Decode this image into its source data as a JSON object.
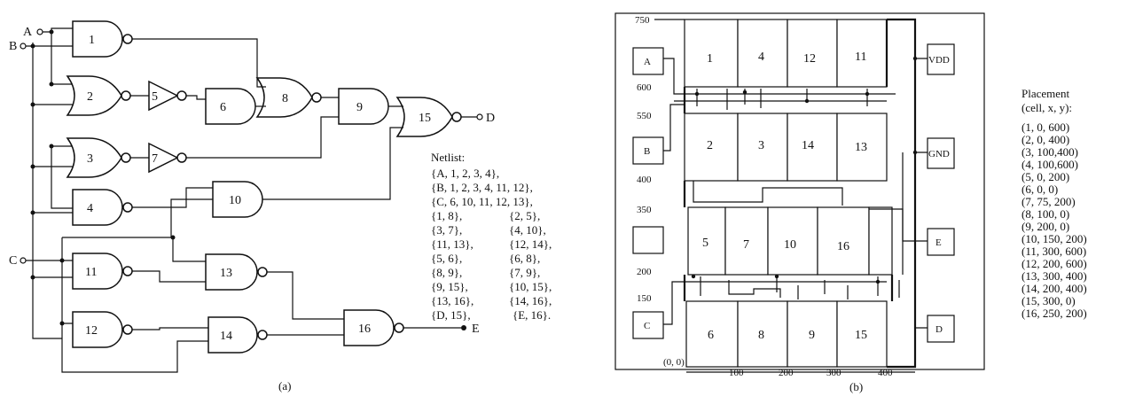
{
  "gates": [
    "1",
    "2",
    "3",
    "4",
    "5",
    "6",
    "7",
    "8",
    "9",
    "10",
    "11",
    "12",
    "13",
    "14",
    "15",
    "16"
  ],
  "inputs": [
    "A",
    "B",
    "C"
  ],
  "outputs": [
    "D",
    "E"
  ],
  "netlist_title": "Netlist:",
  "netlist": [
    [
      "{A, 1, 2, 3, 4},",
      ""
    ],
    [
      "{B, 1, 2, 3, 4, 11, 12},",
      ""
    ],
    [
      "{C, 6, 10, 11, 12, 13},",
      ""
    ],
    [
      "{1, 8},",
      "{2, 5},"
    ],
    [
      "{3, 7},",
      "{4, 10},"
    ],
    [
      "{11, 13},",
      "{12, 14},"
    ],
    [
      "{5, 6},",
      "{6, 8},"
    ],
    [
      "{8, 9},",
      "{7, 9},"
    ],
    [
      "{9, 15},",
      "{10, 15},"
    ],
    [
      "{13, 16},",
      "{14, 16},"
    ],
    [
      "{D, 15},",
      "{E, 16}."
    ]
  ],
  "caption_a": "(a)",
  "caption_b": "(b)",
  "layout": {
    "rows": [
      [
        "1",
        "4",
        "12",
        "11"
      ],
      [
        "2",
        "3",
        "14",
        "13"
      ],
      [
        "5",
        "7",
        "10",
        "16"
      ],
      [
        "6",
        "8",
        "9",
        "15"
      ]
    ],
    "pads_left": [
      "A",
      "B",
      "",
      "C"
    ],
    "pads_right": [
      "VDD",
      "GND",
      "E",
      "D"
    ],
    "y_labels": [
      "750",
      "600",
      "550",
      "400",
      "350",
      "200",
      "150"
    ],
    "origin_label": "(0, 0)",
    "x_labels": [
      "100",
      "200",
      "300",
      "400"
    ]
  },
  "placement_title": [
    "Placement",
    "(cell, x, y):"
  ],
  "placement": [
    "(1, 0, 600)",
    "(2, 0, 400)",
    "(3, 100,400)",
    "(4, 100,600)",
    "(5, 0, 200)",
    "(6, 0, 0)",
    "(7, 75, 200)",
    "(8, 100, 0)",
    "(9, 200, 0)",
    "(10, 150, 200)",
    "(11, 300, 600)",
    "(12, 200, 600)",
    "(13, 300, 400)",
    "(14, 200, 400)",
    "(15, 300, 0)",
    "(16, 250, 200)"
  ]
}
